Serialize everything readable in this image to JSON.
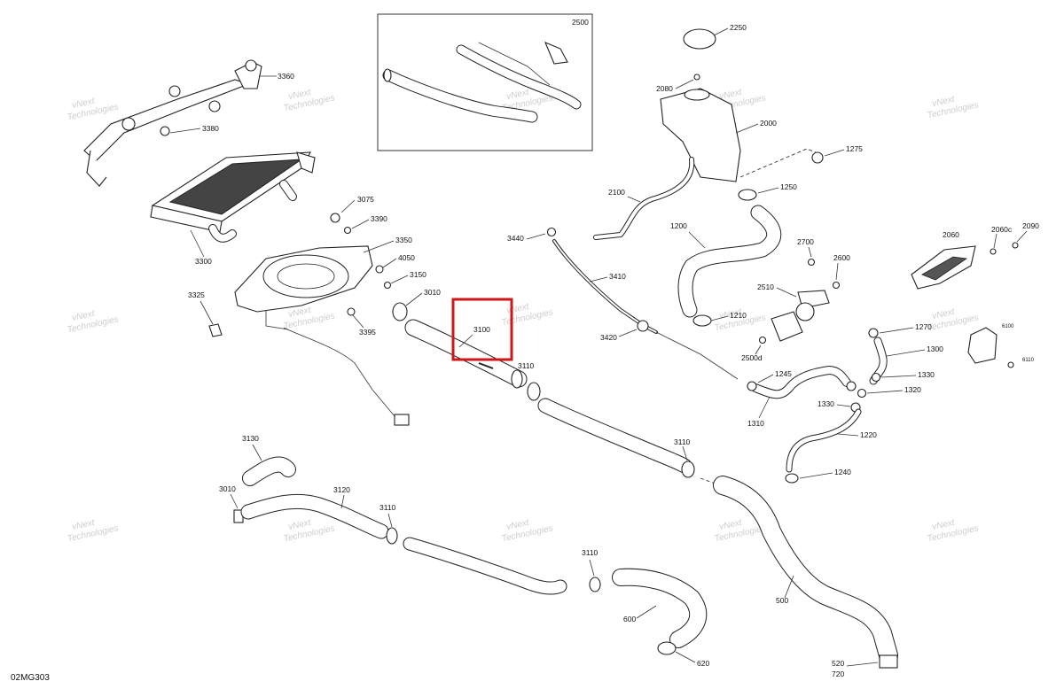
{
  "diagram": {
    "inset_label": "2500",
    "figure_code": "02MG303",
    "highlight_color": "#d0161b",
    "watermark": [
      "vNext",
      "Technologies"
    ],
    "callouts": {
      "c2500": "2500",
      "c2250": "2250",
      "c2080": "2080",
      "c2000": "2000",
      "c1275": "1275",
      "c1250": "1250",
      "c3360": "3360",
      "c3380": "3380",
      "c3075": "3075",
      "c3390": "3390",
      "c3350": "3350",
      "c4050": "4050",
      "c3150": "3150",
      "c3010a": "3010",
      "c3300": "3300",
      "c3325": "3325",
      "c3395": "3395",
      "c2100": "2100",
      "c1200": "1200",
      "c3440": "3440",
      "c2700": "2700",
      "c2600": "2600",
      "c2060": "2060",
      "c2060c": "2060c",
      "c2090": "2090",
      "c3410": "3410",
      "c2510": "2510",
      "c1210": "1210",
      "c3100": "3100",
      "c3110a": "3110",
      "c3420": "3420",
      "c2500d": "2500d",
      "c1270": "1270",
      "c6100": "6100",
      "c6110": "6110",
      "c1300": "1300",
      "c1245": "1245",
      "c1330a": "1330",
      "c1320": "1320",
      "c1330b": "1330",
      "c1310": "1310",
      "c1220": "1220",
      "c3130": "3130",
      "c3110b": "3110",
      "c1240": "1240",
      "c3010b": "3010",
      "c3120": "3120",
      "c3110c": "3110",
      "c3110d": "3110",
      "c500": "500",
      "c600": "600",
      "c620": "620",
      "c520": "520",
      "c720": "720"
    }
  }
}
